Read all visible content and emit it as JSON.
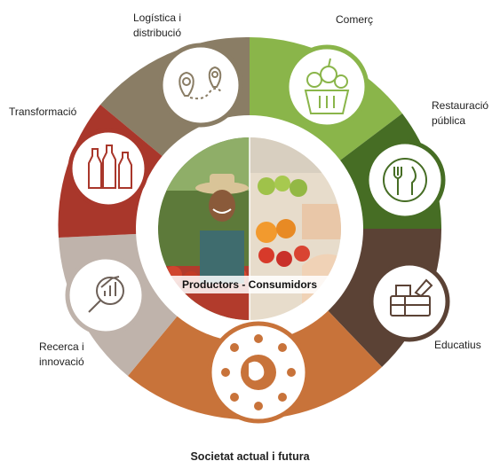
{
  "center": {
    "label": "Productors - Consumidors"
  },
  "segments": [
    {
      "id": "logistica",
      "lines": [
        "Logística i",
        "distribució"
      ],
      "color": "#8a7d65",
      "icon": "map-route-icon"
    },
    {
      "id": "comerc",
      "lines": [
        "Comerç"
      ],
      "color": "#8ab54a",
      "icon": "vegetable-basket-icon"
    },
    {
      "id": "restauracio",
      "lines": [
        "Restauració",
        "pública"
      ],
      "color": "#466d24",
      "icon": "plate-cutlery-icon"
    },
    {
      "id": "educatius",
      "lines": [
        "Educatius"
      ],
      "color": "#5b4235",
      "icon": "school-lunch-tray-icon"
    },
    {
      "id": "societat",
      "lines": [
        "Societat actual i futura"
      ],
      "color": "#c8733a",
      "icon": "people-around-globe-icon"
    },
    {
      "id": "recerca",
      "lines": [
        "Recerca i",
        "innovació"
      ],
      "color": "#bfb3ab",
      "icon": "magnifier-growth-chart-icon"
    },
    {
      "id": "transformacio",
      "lines": [
        "Transformació"
      ],
      "color": "#a9372b",
      "icon": "bottles-icon"
    }
  ],
  "photos": {
    "left": "farmer-photo",
    "right": "market-produce-photo"
  }
}
